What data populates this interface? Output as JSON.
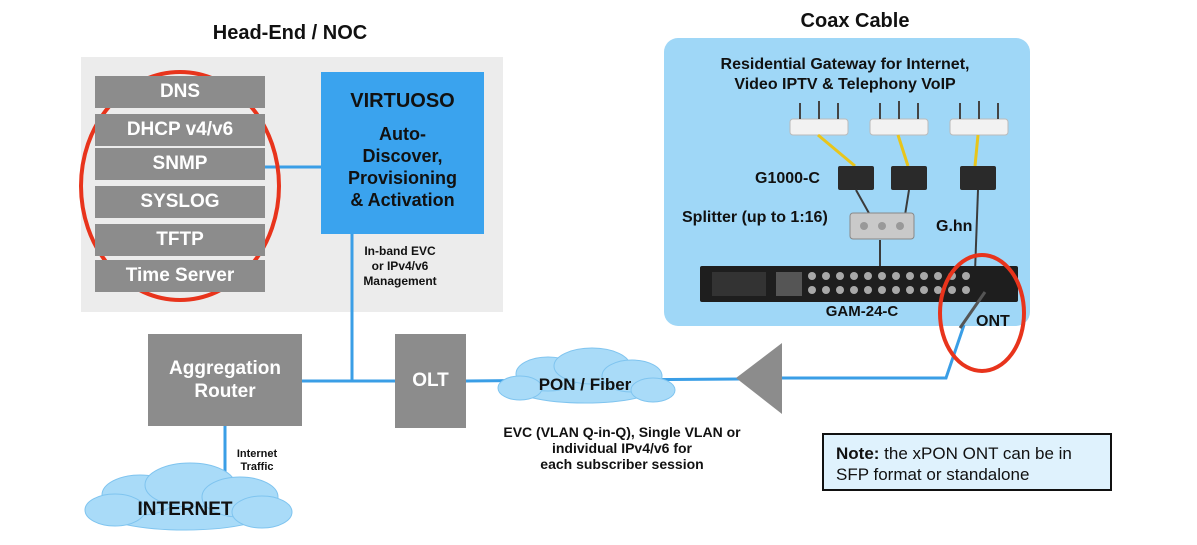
{
  "headend": {
    "title": "Head-End / NOC",
    "services": [
      "DNS",
      "DHCP v4/v6",
      "SNMP",
      "SYSLOG",
      "TFTP",
      "Time Server"
    ],
    "virtuoso": {
      "title": "VIRTUOSO",
      "subtitle": "Auto-\nDiscover,\nProvisioning\n& Activation"
    },
    "mgmt_label": "In-band EVC\nor IPv4/v6\nManagement"
  },
  "network": {
    "aggregation_router": "Aggregation\nRouter",
    "olt": "OLT",
    "pon": "PON / Fiber",
    "internet": "INTERNET",
    "internet_traffic": "Internet\nTraffic",
    "evc_label": "EVC (VLAN Q-in-Q), Single VLAN or\nindividual IPv4/v6 for\neach subscriber  session"
  },
  "coax": {
    "title": "Coax Cable",
    "gateway_label": "Residential Gateway for Internet,\nVideo IPTV & Telephony VoIP",
    "g1000": "G1000-C",
    "splitter": "Splitter (up to  1:16)",
    "ghn": "G.hn",
    "gam": "GAM-24-C",
    "ont": "ONT"
  },
  "note": {
    "bold": "Note:",
    "text": " the xPON ONT can be in SFP format or standalone"
  },
  "colors": {
    "link": "#3a9ee6",
    "highlight": "#e8341c",
    "box": "#8c8c8c",
    "virtuoso": "#3aa3ee",
    "coax_bg": "#9fd7f7"
  }
}
